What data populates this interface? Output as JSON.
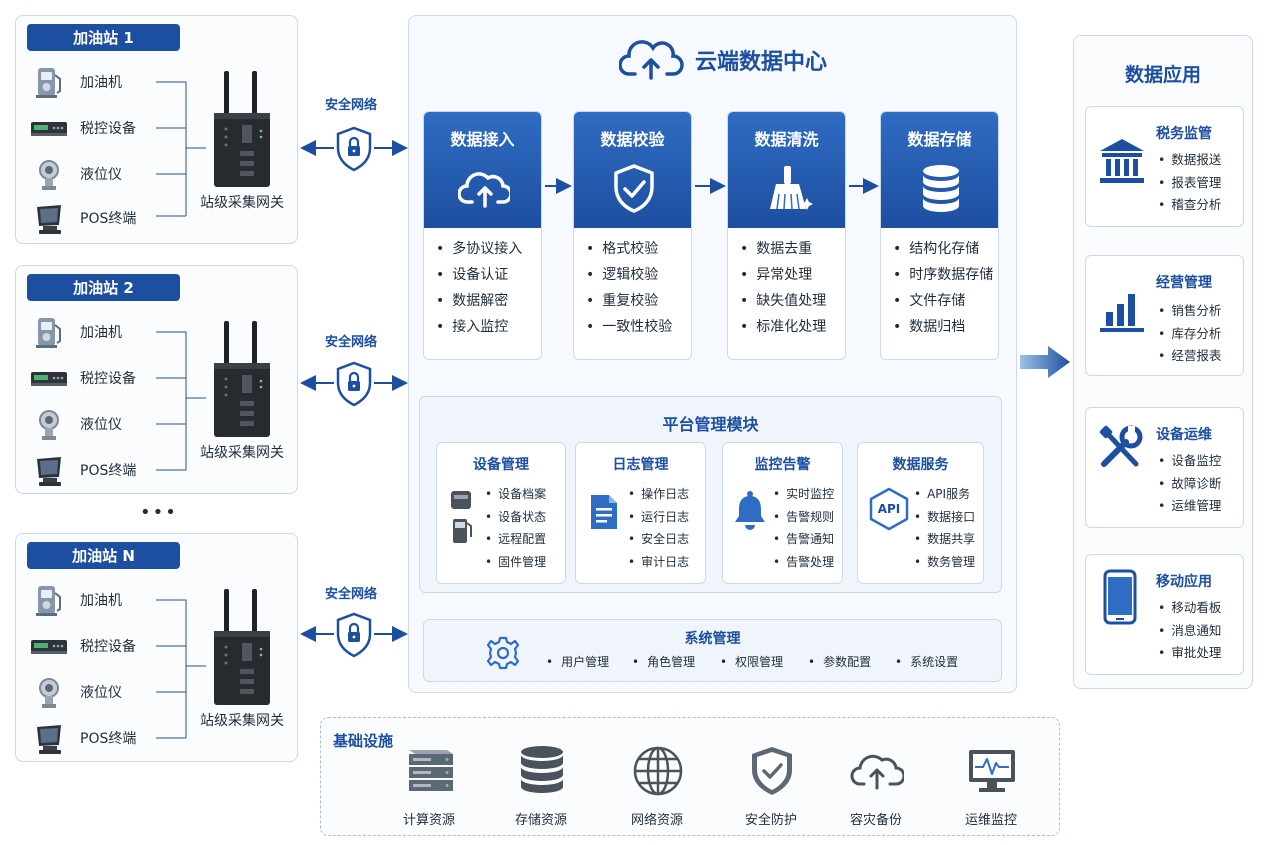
{
  "stations": [
    {
      "title": "加油站 1",
      "devices": [
        "加油机",
        "税控设备",
        "液位仪",
        "POS终端"
      ],
      "gateway": "站级采集网关"
    },
    {
      "title": "加油站 2",
      "devices": [
        "加油机",
        "税控设备",
        "液位仪",
        "POS终端"
      ],
      "gateway": "站级采集网关"
    },
    {
      "title": "加油站 N",
      "devices": [
        "加油机",
        "税控设备",
        "液位仪",
        "POS终端"
      ],
      "gateway": "站级采集网关"
    }
  ],
  "ellipsis": "•••",
  "security": [
    "安全网络",
    "安全网络",
    "安全网络"
  ],
  "cloud": {
    "title": "云端数据中心",
    "stages": [
      {
        "title": "数据接入",
        "icon": "cloud-upload-icon",
        "items": [
          "多协议接入",
          "设备认证",
          "数据解密",
          "接入监控"
        ]
      },
      {
        "title": "数据校验",
        "icon": "shield-check-icon",
        "items": [
          "格式校验",
          "逻辑校验",
          "重复校验",
          "一致性校验"
        ]
      },
      {
        "title": "数据清洗",
        "icon": "broom-icon",
        "items": [
          "数据去重",
          "异常处理",
          "缺失值处理",
          "标准化处理"
        ]
      },
      {
        "title": "数据存储",
        "icon": "database-icon",
        "items": [
          "结构化存储",
          "时序数据存储",
          "文件存储",
          "数据归档"
        ]
      }
    ],
    "platform": {
      "title": "平台管理模块",
      "cards": [
        {
          "title": "设备管理",
          "icon": "device-icon",
          "items": [
            "设备档案",
            "设备状态",
            "远程配置",
            "固件管理"
          ]
        },
        {
          "title": "日志管理",
          "icon": "document-icon",
          "items": [
            "操作日志",
            "运行日志",
            "安全日志",
            "审计日志"
          ]
        },
        {
          "title": "监控告警",
          "icon": "bell-icon",
          "items": [
            "实时监控",
            "告警规则",
            "告警通知",
            "告警处理"
          ]
        },
        {
          "title": "数据服务",
          "icon": "api-icon",
          "api_text": "API",
          "items": [
            "API服务",
            "数据接口",
            "数据共享",
            "数务管理"
          ]
        }
      ]
    },
    "system": {
      "title": "系统管理",
      "icon": "gear-icon",
      "items": [
        "用户管理",
        "角色管理",
        "权限管理",
        "参数配置",
        "系统设置"
      ]
    }
  },
  "apps": {
    "title": "数据应用",
    "cards": [
      {
        "title": "税务监管",
        "icon": "bank-icon",
        "items": [
          "数据报送",
          "报表管理",
          "稽查分析"
        ]
      },
      {
        "title": "经营管理",
        "icon": "bar-chart-icon",
        "items": [
          "销售分析",
          "库存分析",
          "经营报表"
        ]
      },
      {
        "title": "设备运维",
        "icon": "tools-icon",
        "items": [
          "设备监控",
          "故障诊断",
          "运维管理"
        ]
      },
      {
        "title": "移动应用",
        "icon": "mobile-icon",
        "items": [
          "移动看板",
          "消息通知",
          "审批处理"
        ]
      }
    ]
  },
  "infrastructure": {
    "title": "基础设施",
    "items": [
      {
        "label": "计算资源",
        "icon": "server-icon"
      },
      {
        "label": "存储资源",
        "icon": "storage-icon"
      },
      {
        "label": "网络资源",
        "icon": "globe-icon"
      },
      {
        "label": "安全防护",
        "icon": "shield-icon"
      },
      {
        "label": "容灾备份",
        "icon": "cloud-backup-icon"
      },
      {
        "label": "运维监控",
        "icon": "monitor-icon"
      }
    ]
  },
  "colors": {
    "primary": "#1d4fa0",
    "accent": "#2f6cc3",
    "border": "#cdd9ea"
  }
}
